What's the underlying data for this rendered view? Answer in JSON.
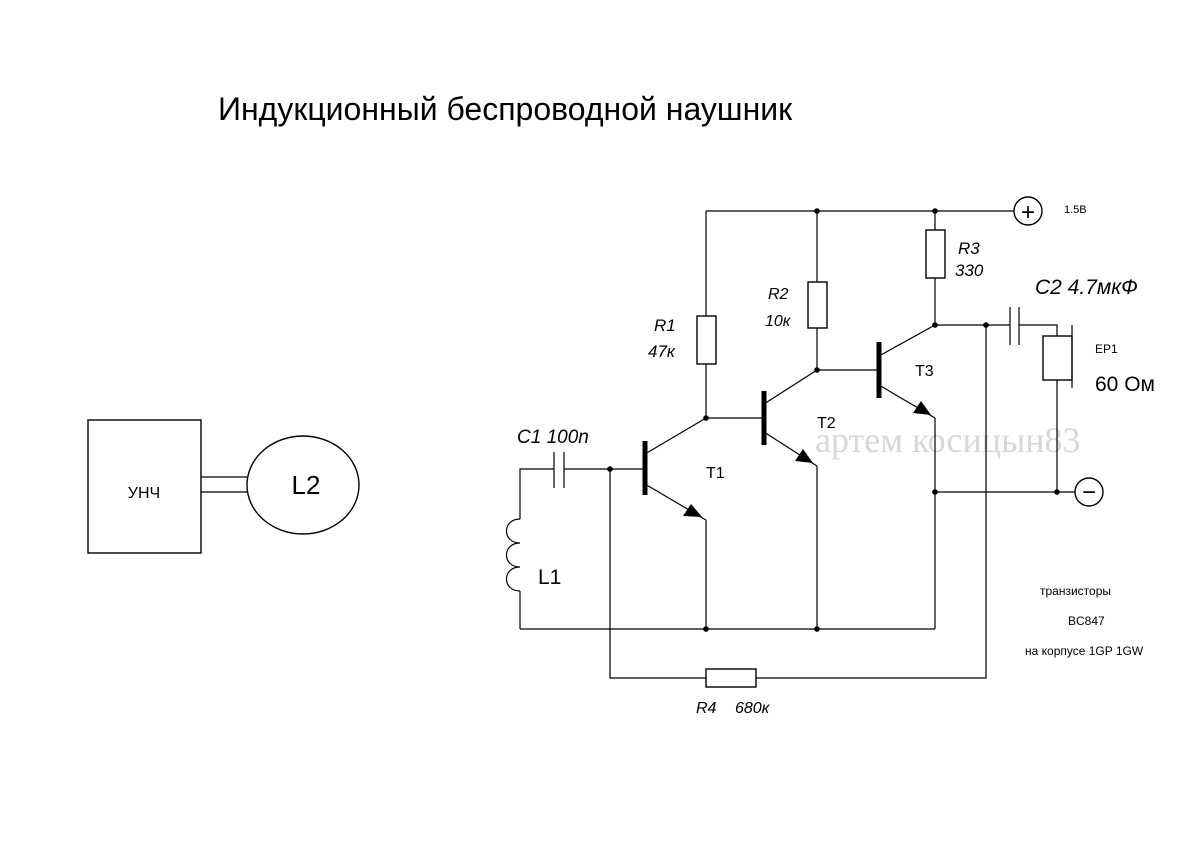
{
  "title": "Индукционный беспроводной наушник",
  "amplifier_label": "УНЧ",
  "coil_l2": "L2",
  "coil_l1": "L1",
  "supply_voltage": "1.5В",
  "plus_symbol": "+",
  "minus_symbol": "−",
  "components": {
    "c1": "C1 100n",
    "c2": "C2 4.7мкФ",
    "r1_name": "R1",
    "r1_value": "47к",
    "r2_name": "R2",
    "r2_value": "10к",
    "r3_name": "R3",
    "r3_value": "330",
    "r4_name": "R4",
    "r4_value": "680к",
    "t1": "T1",
    "t2": "T2",
    "t3": "T3",
    "ep1_name": "EP1",
    "ep1_value": "60 Ом"
  },
  "note": {
    "line1": "транзисторы",
    "line2": "BC847",
    "line3": "на корпусе 1GP 1GW"
  },
  "watermark": "артем косицын83"
}
